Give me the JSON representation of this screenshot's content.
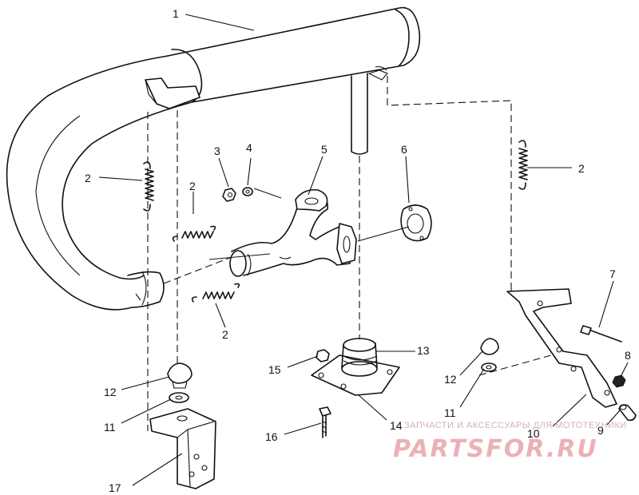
{
  "callouts": [
    {
      "id": "c1",
      "text": "1"
    },
    {
      "id": "c2a",
      "text": "2"
    },
    {
      "id": "c2b",
      "text": "2"
    },
    {
      "id": "c2c",
      "text": "2"
    },
    {
      "id": "c2d",
      "text": "2"
    },
    {
      "id": "c3",
      "text": "3"
    },
    {
      "id": "c4",
      "text": "4"
    },
    {
      "id": "c5",
      "text": "5"
    },
    {
      "id": "c6",
      "text": "6"
    },
    {
      "id": "c7",
      "text": "7"
    },
    {
      "id": "c8",
      "text": "8"
    },
    {
      "id": "c9",
      "text": "9"
    },
    {
      "id": "c10",
      "text": "10"
    },
    {
      "id": "c11a",
      "text": "11"
    },
    {
      "id": "c11b",
      "text": "11"
    },
    {
      "id": "c12a",
      "text": "12"
    },
    {
      "id": "c12b",
      "text": "12"
    },
    {
      "id": "c13",
      "text": "13"
    },
    {
      "id": "c14",
      "text": "14"
    },
    {
      "id": "c15",
      "text": "15"
    },
    {
      "id": "c16",
      "text": "16"
    },
    {
      "id": "c17",
      "text": "17"
    }
  ],
  "watermark": {
    "tagline": "ЗАПЧАСТИ И АКСЕССУАРЫ ДЛЯ МОТОТЕХНИКИ",
    "logo": "PARTSFOR.RU"
  }
}
